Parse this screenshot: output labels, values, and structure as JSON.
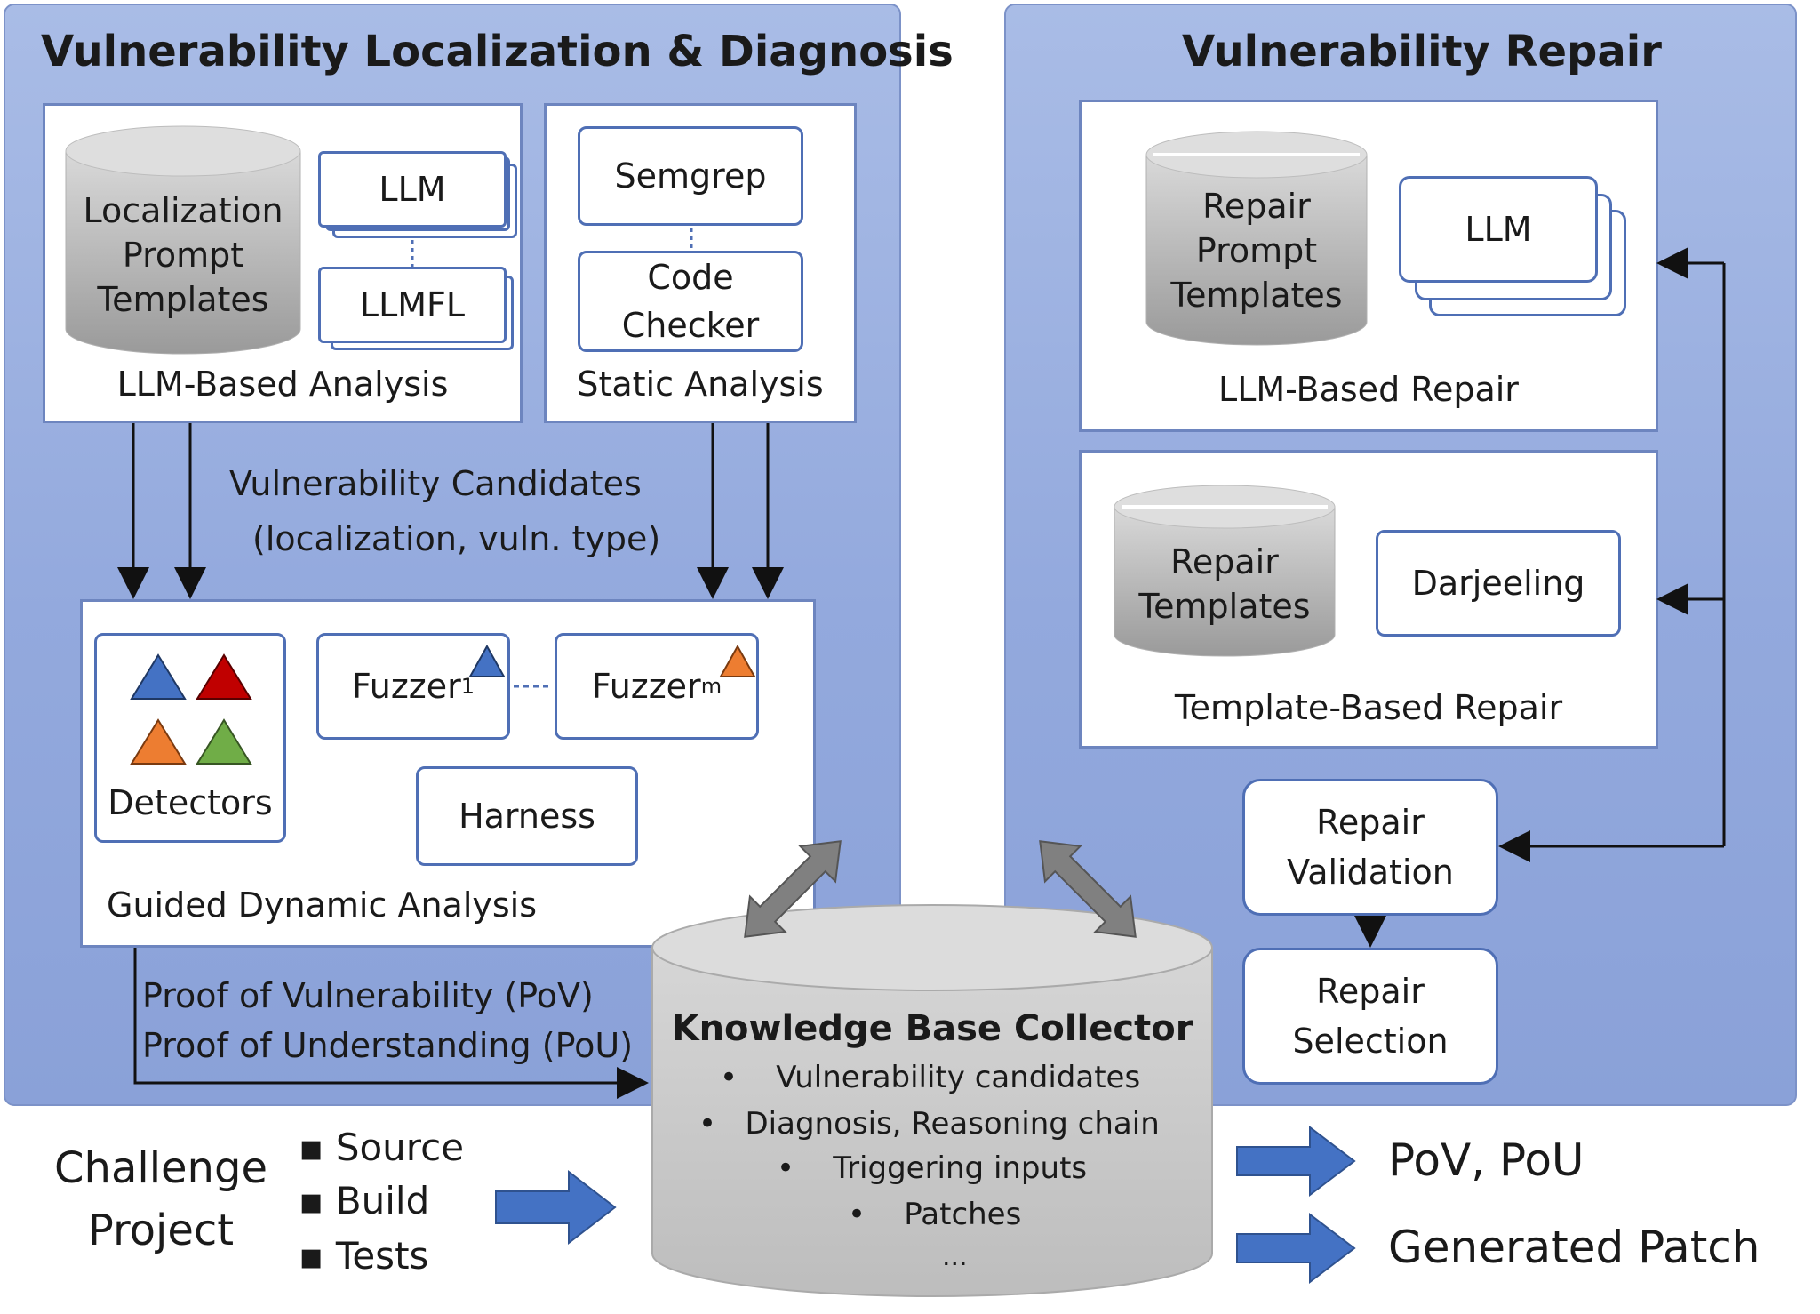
{
  "left_panel": {
    "title": "Vulnerability Localization & Diagnosis"
  },
  "right_panel": {
    "title": "Vulnerability Repair"
  },
  "llm_analysis": {
    "caption": "LLM-Based Analysis",
    "db_line1": "Localization",
    "db_line2": "Prompt",
    "db_line3": "Templates",
    "llm": "LLM",
    "llmfl": "LLMFL"
  },
  "static_analysis": {
    "caption": "Static Analysis",
    "semgrep": "Semgrep",
    "code_checker_line1": "Code",
    "code_checker_line2": "Checker"
  },
  "candidates": {
    "line1": "Vulnerability Candidates",
    "line2": "(localization, vuln. type)"
  },
  "dynamic": {
    "caption": "Guided Dynamic Analysis",
    "detectors": "Detectors",
    "fuzzer1": "Fuzzer",
    "fuzzer1_sub": "1",
    "fuzzerm": "Fuzzer",
    "fuzzerm_sub": "m",
    "harness": "Harness"
  },
  "proofs": {
    "line1": "Proof of Vulnerability (PoV)",
    "line2": "Proof of Understanding (PoU)"
  },
  "llm_repair": {
    "caption": "LLM-Based Repair",
    "db_line1": "Repair",
    "db_line2": "Prompt",
    "db_line3": "Templates",
    "llm": "LLM"
  },
  "template_repair": {
    "caption": "Template-Based Repair",
    "db_line1": "Repair",
    "db_line2": "Templates",
    "darjeeling": "Darjeeling"
  },
  "repair_validation": {
    "line1": "Repair",
    "line2": "Validation"
  },
  "repair_selection": {
    "line1": "Repair",
    "line2": "Selection"
  },
  "knowledge_base": {
    "title": "Knowledge Base Collector",
    "items": [
      "Vulnerability candidates",
      "Diagnosis, Reasoning chain",
      "Triggering inputs",
      "Patches"
    ],
    "ellipsis": "..."
  },
  "challenge": {
    "line1": "Challenge",
    "line2": "Project",
    "items": [
      "Source",
      "Build",
      "Tests"
    ]
  },
  "outputs": {
    "pov": "PoV, PoU",
    "patch": "Generated Patch"
  },
  "colors": {
    "panel": "#93a9dd",
    "border": "#4f6fb5",
    "arrow_blue": "#4472c4",
    "triangle_blue": "#4472c4",
    "triangle_red": "#c00000",
    "triangle_orange": "#ed7d31",
    "triangle_green": "#70ad47"
  }
}
